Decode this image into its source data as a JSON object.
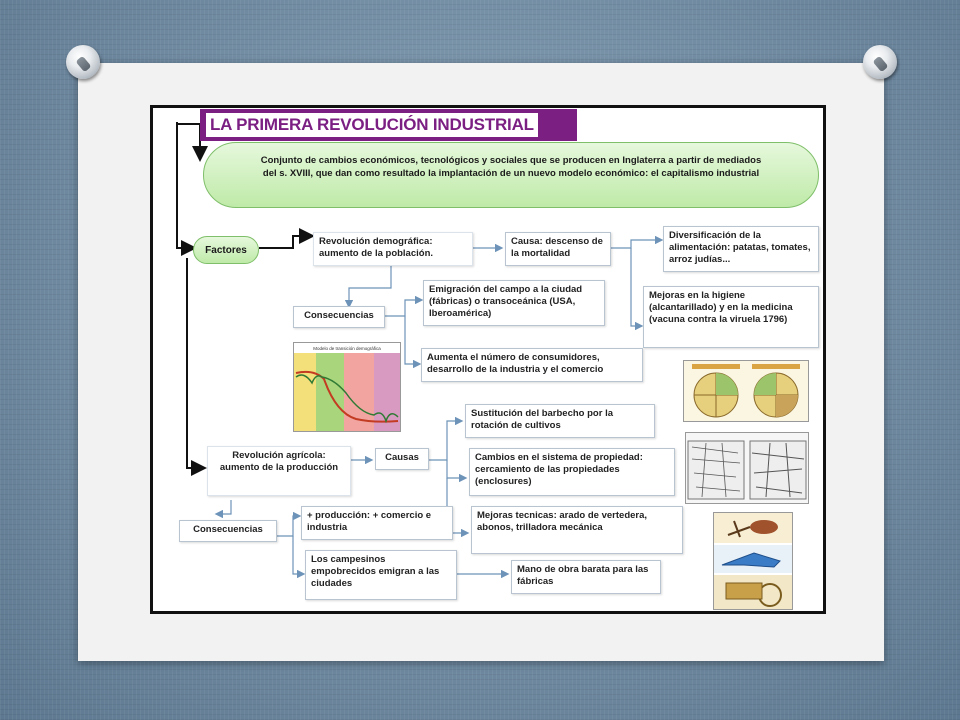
{
  "title": "LA PRIMERA REVOLUCIÓN INDUSTRIAL",
  "definition": "Conjunto de cambios económicos, tecnológicos y sociales que se producen en Inglaterra a partir de mediados del s. XVIII, que dan como resultado la implantación de un nuevo modelo económico: el capitalismo industrial",
  "factores": "Factores",
  "demografica": {
    "title": "Revolución demográfica: aumento de la población.",
    "causa": "Causa: descenso de la mortalidad",
    "diversificacion": "Diversificación de la alimentación: patatas, tomates, arroz judías...",
    "mejoras_higiene": "Mejoras en la higiene (alcantarillado) y en la medicina (vacuna contra la viruela 1796)",
    "consecuencias": "Consecuencias",
    "emigracion": "Emigración del campo a la ciudad (fábricas) o transoceánica (USA, Iberoamérica)",
    "aumenta": "Aumenta el número de consumidores, desarrollo de la industria y el comercio",
    "chart_title": "Modelo de transición demográfica"
  },
  "agricola": {
    "title": "Revolución agrícola: aumento de la producción",
    "causas": "Causas",
    "sustitucion": "Sustitución del barbecho por la rotación de cultivos",
    "cambios": "Cambios en el sistema de propiedad:  cercamiento de las propiedades (enclosures)",
    "mejoras_tecnicas": "Mejoras tecnicas: arado de vertedera, abonos, trilladora mecánica",
    "consecuencias": "Consecuencias",
    "produccion": "+ producción: + comercio e industria",
    "campesinos": "Los campesinos empobrecidos emigran a las ciudades",
    "mano_obra": "Mano de obra barata para las fábricas"
  },
  "colors": {
    "title_bg": "#7b1f83",
    "green_fill": "#bfeaa8",
    "line_blue": "#6d93b8",
    "line_black": "#111111"
  }
}
